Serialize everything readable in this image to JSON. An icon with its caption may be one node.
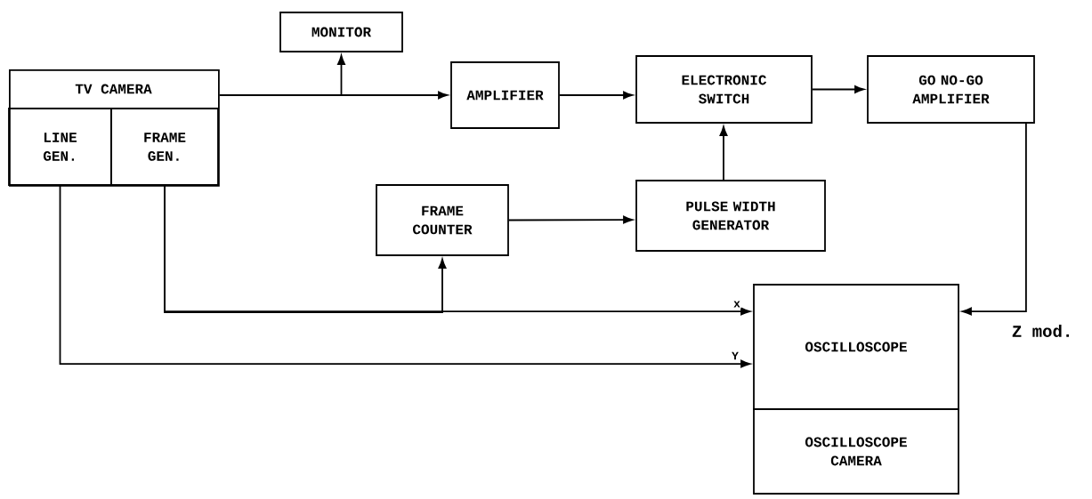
{
  "diagram": {
    "nodes": [
      {
        "text": [
          "TV CAMERA"
        ]
      },
      {
        "text": [
          "LINE GEN."
        ],
        "in": 0
      },
      {
        "text": [
          "FRAME GEN."
        ],
        "in": 0
      },
      {
        "text": [
          "MONITOR"
        ]
      },
      {
        "text": [
          "AMPLIFIER"
        ]
      },
      {
        "text": [
          "ELECTRONIC SWITCH"
        ]
      },
      {
        "text": [
          "GO NO-GO AMPLIFIER"
        ]
      },
      {
        "text": [
          "FRAME COUNTER"
        ]
      },
      {
        "text": [
          "PULSE WIDTH GENERATOR"
        ]
      },
      {
        "text": [
          "OSCILLOSCOPE"
        ]
      },
      {
        "text": [
          "OSCILLOSCOPE CAMERA"
        ]
      }
    ],
    "edges": [
      {
        "from": 0,
        "to": 4,
        "arrow": "to"
      },
      {
        "from": 0,
        "to": 3,
        "arrow": "to"
      },
      {
        "from": 4,
        "to": 5,
        "arrow": "to"
      },
      {
        "from": 5,
        "to": 6,
        "arrow": "to"
      },
      {
        "from": 8,
        "to": 5,
        "arrow": "to"
      },
      {
        "from": 7,
        "to": 8,
        "arrow": "to"
      },
      {
        "from": 6,
        "to": 9,
        "arrow": "to",
        "label": "Z mod."
      },
      {
        "from": 2,
        "to": 9,
        "arrow": "to",
        "label": "x"
      },
      {
        "from": 2,
        "to": 7,
        "arrow": "to"
      },
      {
        "from": 1,
        "to": 9,
        "arrow": "to",
        "label": "Y"
      }
    ]
  }
}
